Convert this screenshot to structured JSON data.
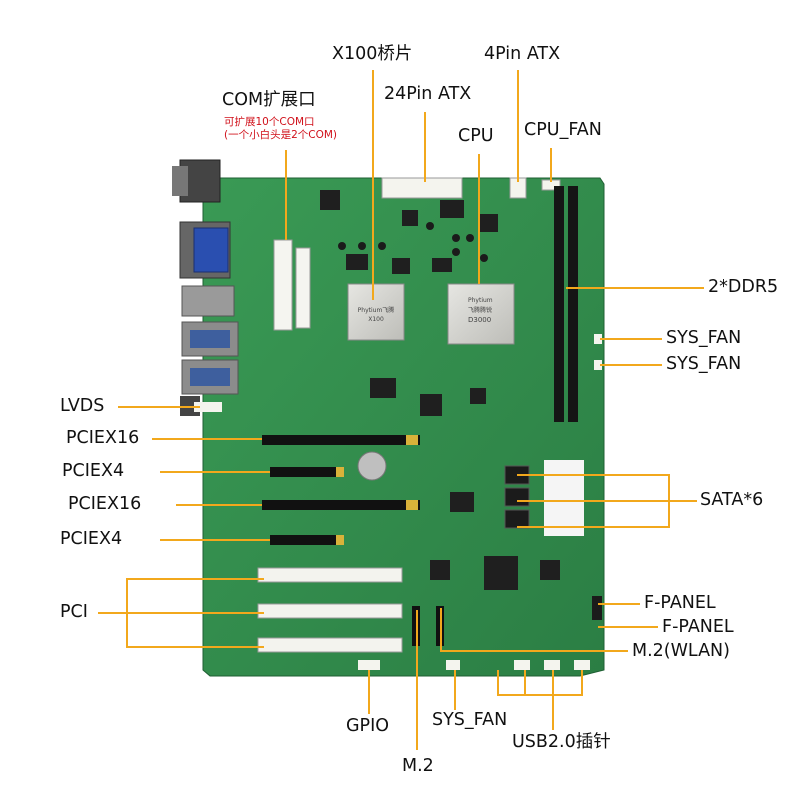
{
  "labels": {
    "x100": "X100桥片",
    "atx4": "4Pin ATX",
    "atx24": "24Pin ATX",
    "com": "COM扩展口",
    "com_note1": "可扩展10个COM口",
    "com_note2": "(一个小白头是2个COM)",
    "cpu": "CPU",
    "cpu_fan": "CPU_FAN",
    "ddr5": "2*DDR5",
    "sys_fan_1": "SYS_FAN",
    "sys_fan_2": "SYS_FAN",
    "lvds": "LVDS",
    "pciex16_1": "PCIEX16",
    "pciex4_1": "PCIEX4",
    "pciex16_2": "PCIEX16",
    "pciex4_2": "PCIEX4",
    "sata": "SATA*6",
    "pci": "PCI",
    "f_panel_1": "F-PANEL",
    "f_panel_2": "F-PANEL",
    "m2_wlan": "M.2(WLAN)",
    "gpio": "GPIO",
    "sys_fan_3": "SYS_FAN",
    "usb20": "USB2.0插针",
    "m2": "M.2"
  },
  "chips": {
    "bridge_line1": "Phytium飞腾",
    "bridge_line2": "X100",
    "cpu_line1": "Phytium",
    "cpu_line2": "飞腾腾锐",
    "cpu_line3": "D3000"
  },
  "colors": {
    "pcb": "#2f8a4b",
    "pcb_dark": "#236d3a",
    "leader": "#f2a81c",
    "note": "#d0101a"
  }
}
